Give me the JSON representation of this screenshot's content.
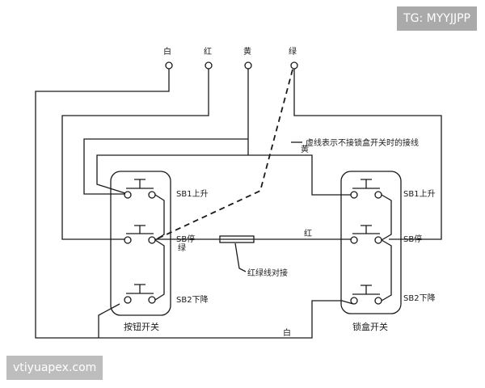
{
  "watermark": {
    "top_right": "TG: MYYJJPP",
    "bottom_left": "vtiyuapex.com"
  },
  "terminals": {
    "white": "白",
    "red": "红",
    "yellow": "黄",
    "green": "绿"
  },
  "labels": {
    "dashed_note": "虚线表示不接锁盒开关时的接线",
    "yellow_wire": "黄",
    "green_wire": "绿",
    "red_wire": "红",
    "white_wire": "白",
    "red_green_splice": "红绿线对接"
  },
  "button_switch": {
    "title": "按钮开关",
    "sb1": "SB1上升",
    "sb_stop": "SB停",
    "sb2": "SB2下降"
  },
  "lock_box_switch": {
    "title": "锁盒开关",
    "sb1": "SB1上升",
    "sb_stop": "SB停",
    "sb2": "SB2下降"
  }
}
